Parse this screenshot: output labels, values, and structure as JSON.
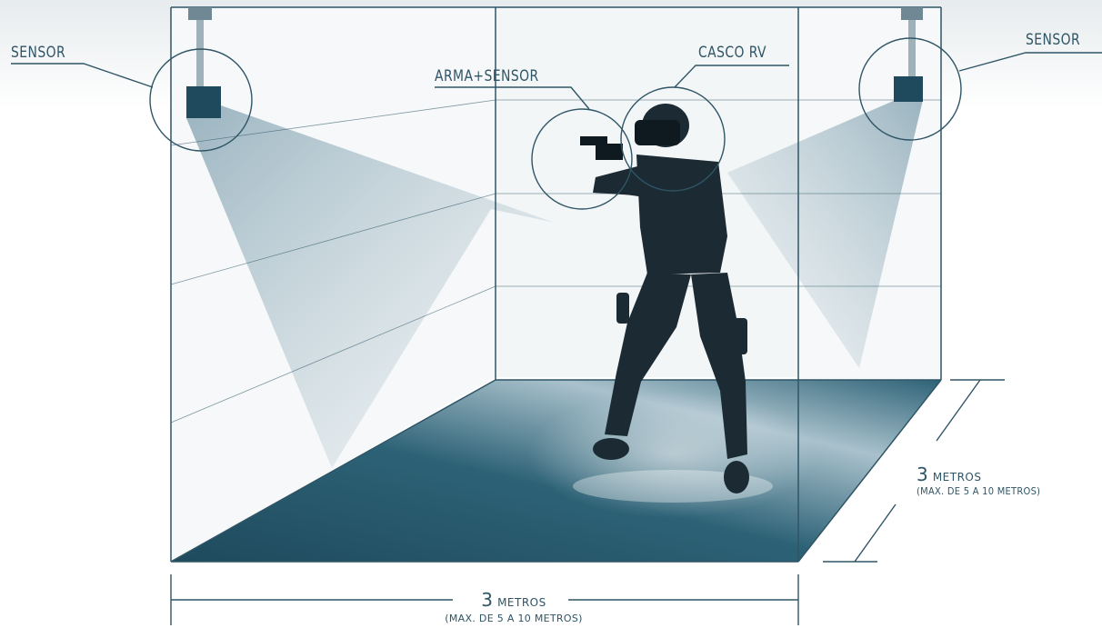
{
  "labels": {
    "sensor_left": "SENSOR",
    "sensor_right": "SENSOR",
    "weapon_sensor": "ARMA+SENSOR",
    "headset": "CASCO RV"
  },
  "dimensions": {
    "width": {
      "number": "3",
      "unit": "METROS",
      "note": "(MAX. DE 5 A 10 METROS)"
    },
    "depth": {
      "number": "3",
      "unit": "METROS",
      "note": "(MAX. DE 5 A 10 METROS)"
    }
  },
  "colors": {
    "line": "#2f5566",
    "floor_dark": "#1f4a5d",
    "floor_light": "#9db6c2",
    "beam": "#a9bfca",
    "figure": "#1b2a33"
  }
}
